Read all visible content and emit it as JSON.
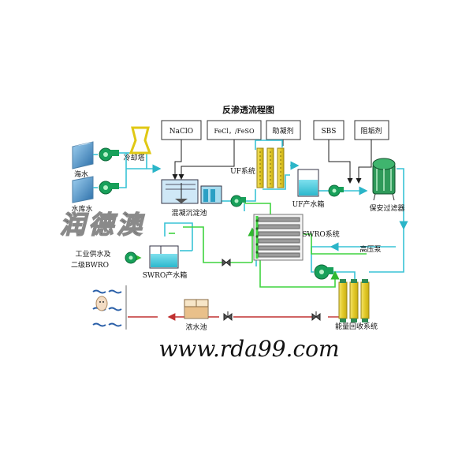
{
  "title": "反渗透流程图",
  "sources": {
    "seawater": "海水",
    "reservoir": "水库水"
  },
  "chemicals": {
    "naclo": "NaClO",
    "fecl": "FeCl，/FeSO",
    "coagulant_aid": "助凝剂",
    "sbs": "SBS",
    "antiscalant": "阻垢剂"
  },
  "units": {
    "cooling_tower": "冷却塔",
    "coag_tank": "混凝沉淀池",
    "uf_system": "UF系统",
    "uf_tank": "UF产水箱",
    "security_filter": "保安过滤器",
    "swro_system": "SWRO系统",
    "hp_pump": "高压泵",
    "swro_tank": "SWRO产水箱",
    "industrial_line1": "工业供水及",
    "industrial_line2": "二级BWRO",
    "erd": "能量回收系统",
    "brine_tank": "浓水池"
  },
  "watermark": "润德澳",
  "website": "www.rda99.com",
  "colors": {
    "water": "#39c3d6",
    "green_pipe": "#3fd43f",
    "brine_pipe": "#c03030",
    "pump": "#18a05a",
    "vessel": "#e8d236"
  }
}
